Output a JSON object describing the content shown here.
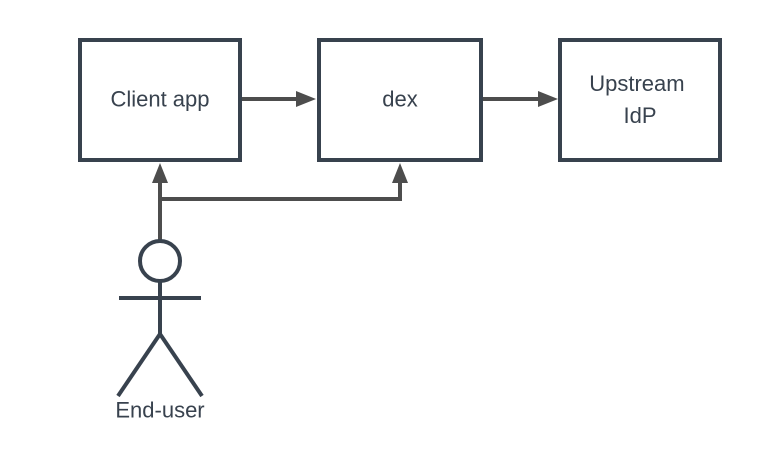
{
  "diagram": {
    "type": "flow-diagram",
    "nodes": [
      {
        "id": "client-app",
        "label": "Client app"
      },
      {
        "id": "dex",
        "label": "dex"
      },
      {
        "id": "upstream-idp",
        "label": "Upstream IdP",
        "lines": [
          "Upstream",
          "IdP"
        ]
      }
    ],
    "actor": {
      "id": "end-user",
      "label": "End-user"
    },
    "edges": [
      {
        "from": "client-app",
        "to": "dex"
      },
      {
        "from": "dex",
        "to": "upstream-idp"
      },
      {
        "from": "end-user",
        "to": "client-app"
      },
      {
        "from": "end-user",
        "to": "dex"
      }
    ],
    "colors": {
      "node_border": "#38424e",
      "node_fill": "#ffffff",
      "edge": "#4d4d4d",
      "text": "#38424e",
      "actor": "#38424e",
      "background": "#ffffff"
    }
  }
}
